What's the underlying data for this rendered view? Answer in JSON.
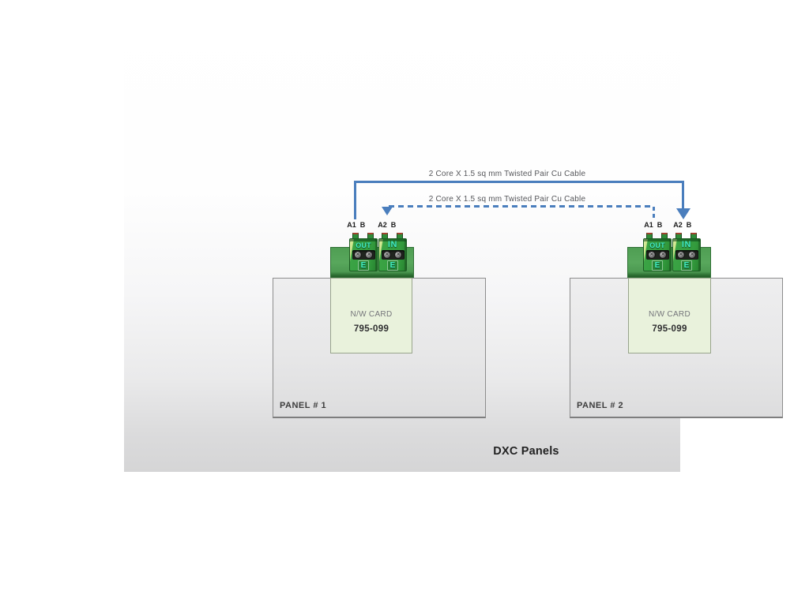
{
  "title": "DXC Panels",
  "colors": {
    "cable_blue": "#4a7ebd",
    "board_green": "#58a75c",
    "block_green": "#339b3d",
    "terminal_text_cyan": "#43eec3",
    "card_green": "#e9f2dc",
    "panel_gray": "#e7e7e8"
  },
  "cables": [
    {
      "style": "solid",
      "label": "2 Core X 1.5 sq mm Twisted Pair Cu Cable",
      "from": "Panel 1 terminal A1",
      "to": "Panel 2 terminal A2"
    },
    {
      "style": "dashed",
      "label": "2 Core X 1.5 sq mm Twisted Pair Cu Cable",
      "from": "Panel 2 terminal A1",
      "to": "Panel 1 terminal A2"
    }
  ],
  "panels": [
    {
      "name": "PANEL # 1",
      "card": {
        "line1": "N/W CARD",
        "line2": "795-099"
      },
      "pins": [
        "A1",
        "B",
        "A2",
        "B"
      ],
      "terminals": [
        {
          "label": "OUT",
          "earth": "E"
        },
        {
          "label": "IN",
          "earth": "E"
        }
      ]
    },
    {
      "name": "PANEL # 2",
      "card": {
        "line1": "N/W CARD",
        "line2": "795-099"
      },
      "pins": [
        "A1",
        "B",
        "A2",
        "B"
      ],
      "terminals": [
        {
          "label": "OUT",
          "earth": "E"
        },
        {
          "label": "IN",
          "earth": "E"
        }
      ]
    }
  ]
}
